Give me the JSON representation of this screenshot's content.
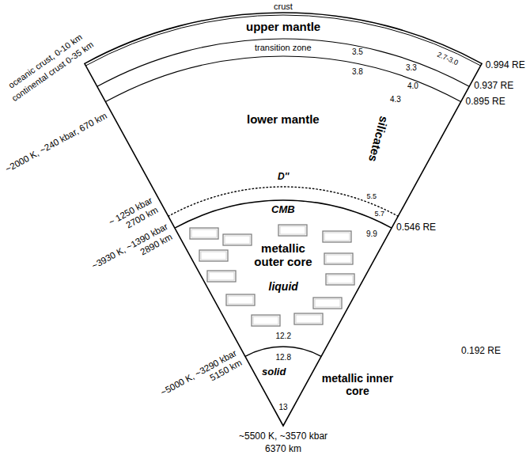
{
  "diagram": {
    "labels": [
      "crust",
      "upper mantle",
      "2.7-3.0",
      "oceanic crust, 0-10 km",
      "continental crust 0-35 km",
      "3.5",
      "3.3",
      "transition zone",
      "3.8",
      "4.0",
      "0.994 RE",
      "0.937 RE",
      "4.3",
      "0.895 RE",
      "~2000 K, ~240 kbar, 670 km",
      "lower mantle",
      "silicates",
      "D''",
      "5.5",
      "5.7",
      "~ 1250 kbar",
      "2700 km",
      "CMB",
      "9.9",
      "0.546 RE",
      "~3930 K, ~1390 kbar",
      "2890 km",
      "metallic outer core",
      "liquid",
      "12.2",
      "12.8",
      "0.192 RE",
      "solid",
      "~5000 K, ~3290 kbar",
      "5150 km",
      "metallic inner core",
      "13",
      "~5500 K, ~3570 kbar",
      "6370 km"
    ]
  }
}
